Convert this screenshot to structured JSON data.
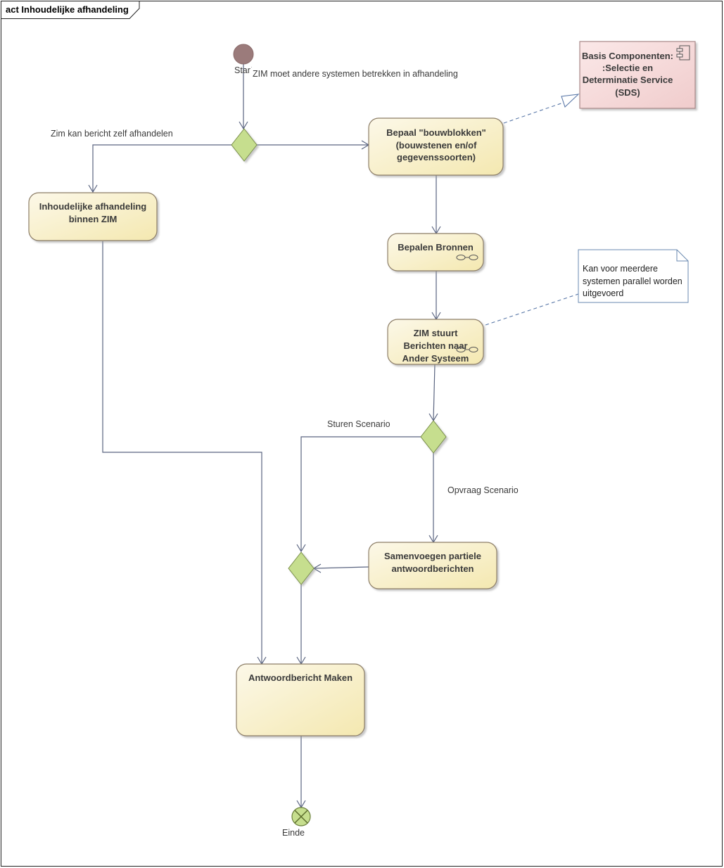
{
  "frame": {
    "title": "act Inhoudelijke afhandeling"
  },
  "nodes": {
    "start_label": "Start",
    "end_label": "Einde",
    "bepaal": [
      "Bepaal \"bouwblokken\"",
      "(bouwstenen en/of",
      "gegevenssoorten)"
    ],
    "inhoudelijk": [
      "Inhoudelijke afhandeling",
      "binnen ZIM"
    ],
    "bronnen": [
      "Bepalen Bronnen"
    ],
    "stuurt": [
      "ZIM stuurt",
      "Berichten naar",
      "Ander Systeem"
    ],
    "samenvoegen": [
      "Samenvoegen partiele",
      "antwoordberichten"
    ],
    "antwoord": [
      "Antwoordbericht Maken"
    ]
  },
  "component": {
    "lines": [
      "Basis Componenten:",
      ":Selectie en",
      "Determinatie Service",
      "(SDS)"
    ]
  },
  "note": {
    "lines": [
      "Kan voor meerdere",
      "systemen parallel worden",
      "uitgevoerd"
    ]
  },
  "guards": {
    "zim_moet": "ZIM moet andere systemen betrekken in afhandeling",
    "zim_kan": "Zim kan bericht zelf afhandelen",
    "sturen": "Sturen Scenario",
    "opvraag": "Opvraag Scenario"
  },
  "colors": {
    "action_fill_start": "#fbf7e4",
    "action_fill_end": "#f5eab5",
    "action_stroke": "#8c7d66",
    "decision_fill": "#c6de8e",
    "decision_stroke": "#7a8f4a",
    "start_fill": "#9b7b7b",
    "component_fill": "#f5d6d6",
    "component_stroke": "#a88888"
  }
}
